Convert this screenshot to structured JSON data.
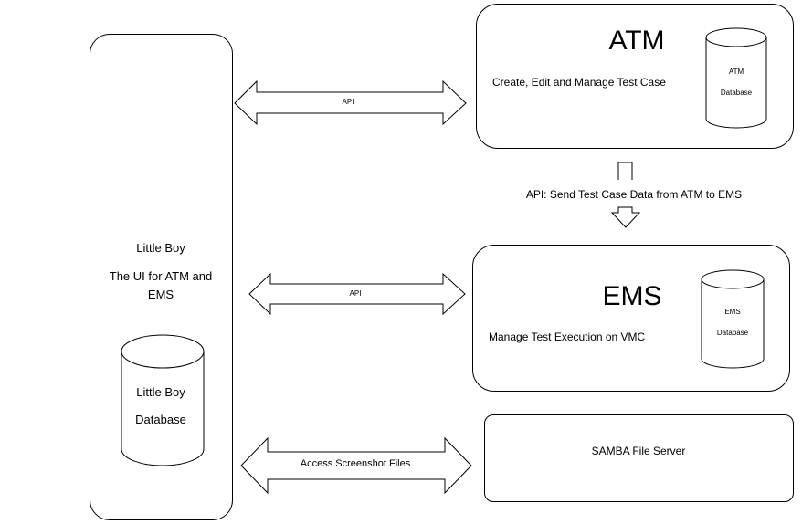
{
  "little_boy": {
    "title": "Little Boy",
    "description_line1": "The UI for ATM and",
    "description_line2": "EMS",
    "database": {
      "line1": "Little Boy",
      "line2": "Database"
    }
  },
  "atm": {
    "title": "ATM",
    "description": "Create, Edit and Manage Test Case",
    "database": {
      "line1": "ATM",
      "line2": "Database"
    }
  },
  "ems": {
    "title": "EMS",
    "description": "Manage Test Execution on VMC",
    "database": {
      "line1": "EMS",
      "line2": "Database"
    }
  },
  "samba": {
    "title": "SAMBA File Server"
  },
  "connections": {
    "atm_api": "API",
    "ems_api": "API",
    "screenshot": "Access Screenshot Files",
    "atm_to_ems": "API: Send Test Case Data from ATM to EMS"
  }
}
